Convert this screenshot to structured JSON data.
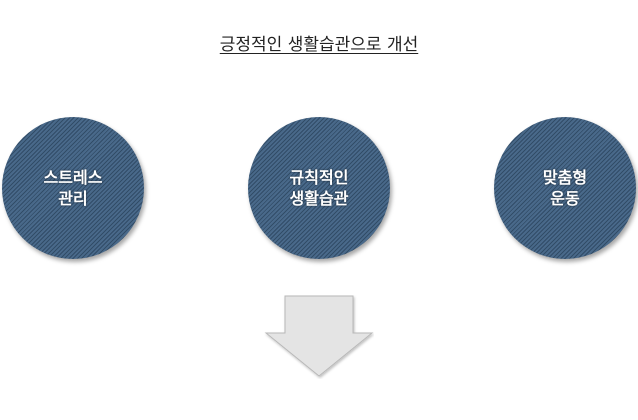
{
  "title": "긍정적인 생활습관으로 개선",
  "circles": [
    {
      "line1": "스트레스",
      "line2": "관리"
    },
    {
      "line1": "규칙적인",
      "line2": "생활습관"
    },
    {
      "line1": "맞춤형",
      "line2": "운동"
    }
  ],
  "colors": {
    "circle_fill": "#49698a",
    "arrow_fill": "#e4e4e4",
    "arrow_stroke": "#b8b8b8"
  },
  "arrow": {
    "direction": "down"
  }
}
